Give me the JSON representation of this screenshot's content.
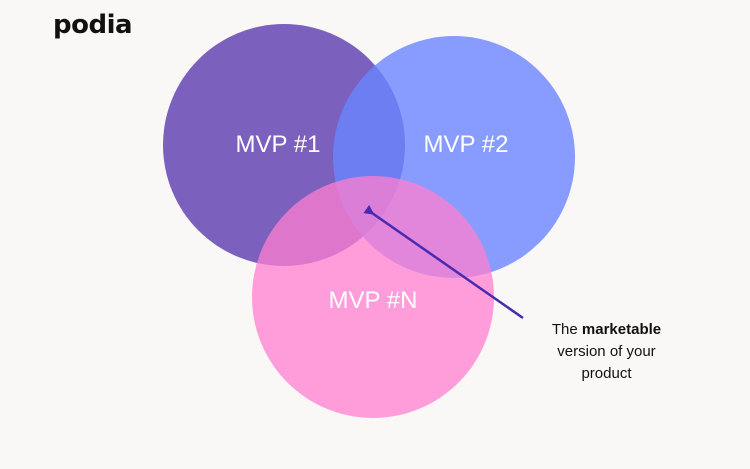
{
  "brand": {
    "logo_text": "podia"
  },
  "diagram": {
    "circles": [
      {
        "label": "MVP #1",
        "color": "#5b3aaf"
      },
      {
        "label": "MVP #2",
        "color": "#6a84ff"
      },
      {
        "label": "MVP #N",
        "color": "#ff7fcf"
      }
    ],
    "arrow_color": "#4a2ab0"
  },
  "annotation": {
    "prefix": "The",
    "bold": "marketable",
    "line2": "version of your",
    "line3": "product"
  }
}
